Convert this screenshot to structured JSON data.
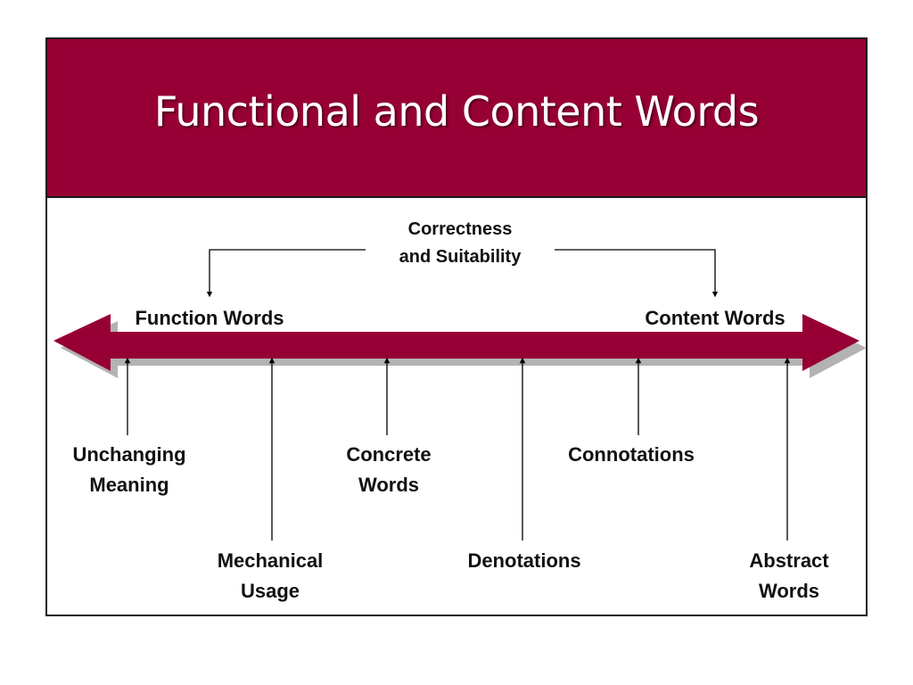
{
  "slide": {
    "title": "Functional and Content Words"
  },
  "diagram": {
    "top_label": [
      "Correctness",
      "and Suitability"
    ],
    "left_end_label": "Function Words",
    "right_end_label": "Content Words",
    "spectrum_items": [
      {
        "lines": [
          "Unchanging",
          "Meaning"
        ]
      },
      {
        "lines": [
          "Mechanical",
          "Usage"
        ]
      },
      {
        "lines": [
          "Concrete",
          "Words"
        ]
      },
      {
        "lines": [
          "Denotations"
        ]
      },
      {
        "lines": [
          "Connotations"
        ]
      },
      {
        "lines": [
          "Abstract",
          "Words"
        ]
      }
    ]
  },
  "colors": {
    "accent": "#970034",
    "arrow_fill": "#970034",
    "arrow_shadow": "#b3b3b3",
    "title_text": "#ffffff",
    "border": "#1a1a1a"
  }
}
